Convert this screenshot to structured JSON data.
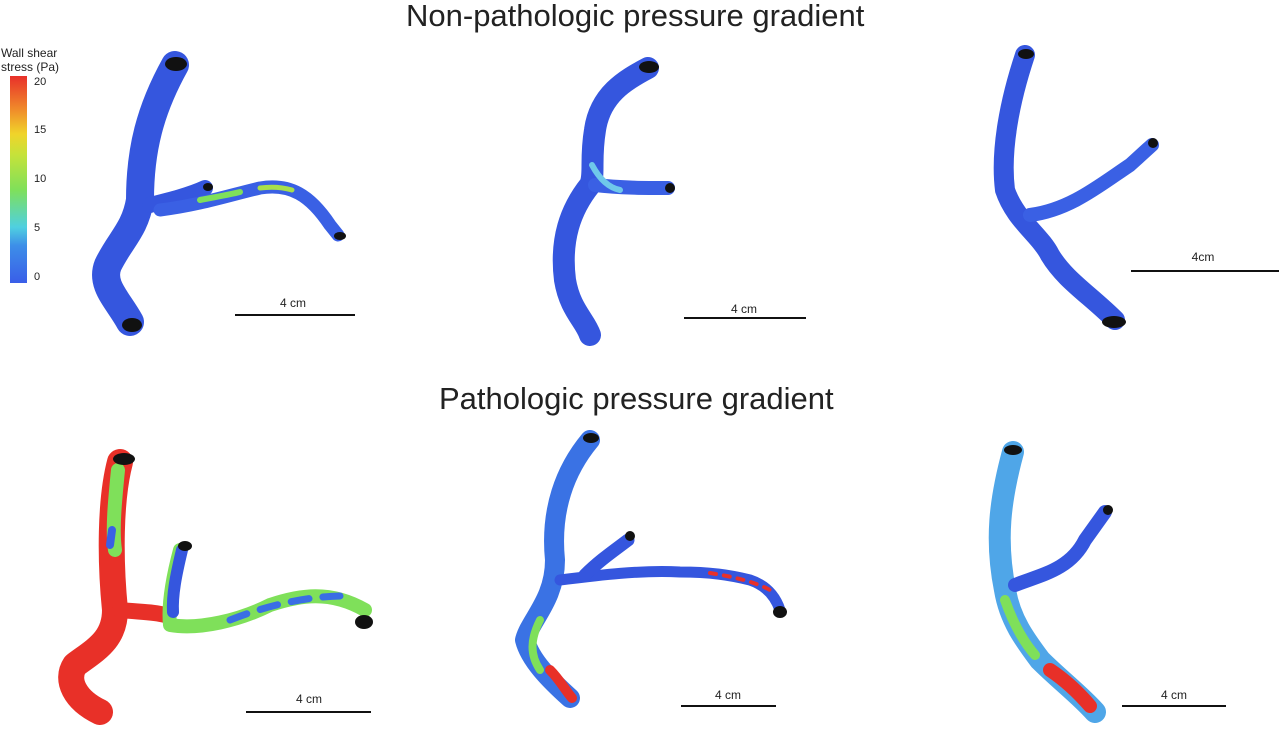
{
  "titles": {
    "top": "Non-pathologic pressure gradient",
    "bottom": "Pathologic pressure gradient"
  },
  "colorbar": {
    "title_line1": "Wall shear",
    "title_line2": "stress (Pa)",
    "ticks": [
      "20",
      "15",
      "10",
      "5",
      "0"
    ],
    "range": [
      0,
      20
    ],
    "colors": [
      "#3a5ee8",
      "#3d8ee8",
      "#4fd0e0",
      "#7fe05a",
      "#c6e23a",
      "#f0d42a",
      "#f08a2a",
      "#e8302a"
    ]
  },
  "scale_bars": {
    "top_left": "4 cm",
    "top_middle": "4 cm",
    "top_right": "4cm",
    "bottom_left": "4 cm",
    "bottom_middle": "4 cm",
    "bottom_right": "4 cm"
  }
}
